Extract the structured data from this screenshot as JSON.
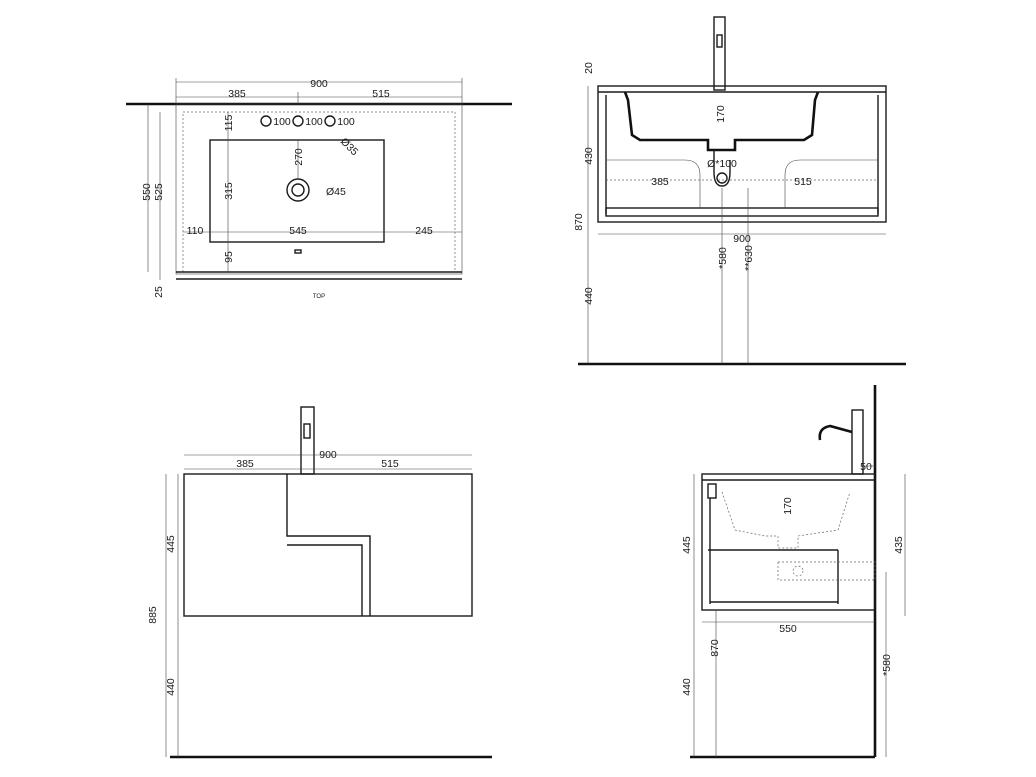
{
  "top_view": {
    "label": "TOP",
    "dims": {
      "width": "900",
      "left": "385",
      "right": "515",
      "depth_outer": "550",
      "depth_inner": "525",
      "edge": "25",
      "tap_offset": "115",
      "basin_top": "270",
      "basin_height": "315",
      "front": "95",
      "side_left": "110",
      "basin_width": "545",
      "side_right": "245",
      "hole1": "100",
      "hole2": "100",
      "hole3": "100",
      "drain": "Ø45",
      "tap_dia": "Ø35"
    }
  },
  "front_section": {
    "dims": {
      "top": "20",
      "basin_depth": "170",
      "cabinet_height": "430",
      "overall": "870",
      "floor": "440",
      "left": "385",
      "right": "515",
      "width": "900",
      "trap1": "*580",
      "trap2": "**630",
      "pipes": "Ø*100"
    }
  },
  "front_view": {
    "dims": {
      "width": "900",
      "left": "385",
      "right": "515",
      "cabinet": "445",
      "overall": "885",
      "floor": "440"
    }
  },
  "side_view": {
    "dims": {
      "tap_gap": "50",
      "basin_depth": "170",
      "cabinet": "445",
      "drain_height": "435",
      "depth": "550",
      "overall": "870",
      "floor": "440",
      "trap": "*580"
    }
  }
}
